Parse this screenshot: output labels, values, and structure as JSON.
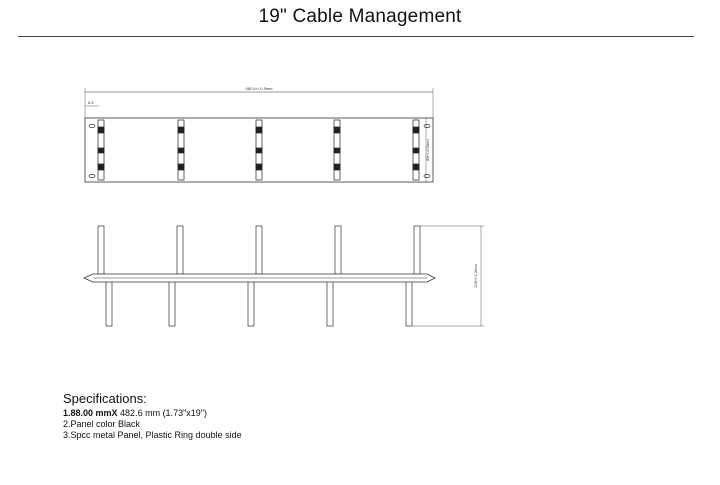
{
  "title": "19\" Cable Management",
  "front_view": {
    "width_dim": "482.6+/-0.5mm",
    "height_dim": "88+/-0.5mm",
    "small_dim": "6.5"
  },
  "side_view": {
    "height_dim": "128+/-1.2mm"
  },
  "specifications": {
    "heading": "Specifications:",
    "line1_prefix": "1.88.00 mmX",
    "line1_rest": " 482.6 mm (1.73\"x19\")",
    "line2": "2.Panel color Black",
    "line3": "3.Spcc metal Panel, Plastic Ring double side"
  }
}
